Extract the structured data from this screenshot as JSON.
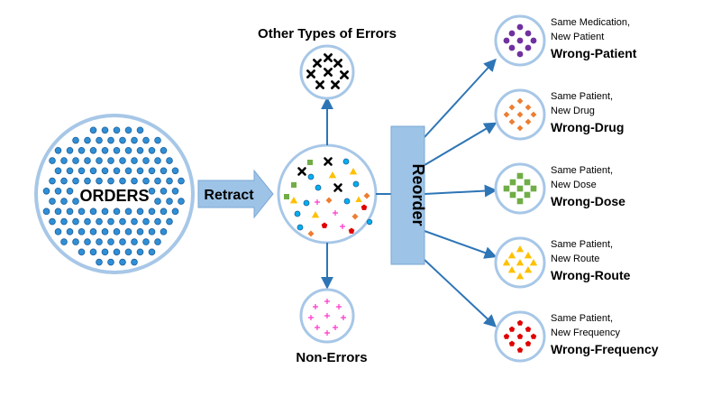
{
  "colors": {
    "circle_stroke": "#a7c7e7",
    "circle_fill": "#ffffff",
    "dot_blue": "#2f8fd6",
    "dot_blue_stroke": "#1f5f99",
    "arrow_blue": "#2e75b6",
    "box_fill": "#9dc3e6",
    "box_stroke": "#7aa7d6",
    "purple": "#7030a0",
    "orange": "#ed7d31",
    "green": "#70ad47",
    "yellow": "#ffc000",
    "red": "#e00000",
    "magenta": "#ff33cc",
    "black": "#000000",
    "cyan": "#00b0f0"
  },
  "orders": {
    "label": "ORDERS"
  },
  "retract": {
    "label": "Retract"
  },
  "reorder": {
    "label": "Reorder"
  },
  "other_errors": {
    "label": "Other Types of Errors"
  },
  "non_errors": {
    "label": "Non-Errors"
  },
  "outcomes": [
    {
      "line1": "Same Medication,",
      "line2": "New Patient",
      "title": "Wrong-Patient",
      "marker": "circle",
      "color": "purple"
    },
    {
      "line1": "Same Patient,",
      "line2": "New Drug",
      "title": "Wrong-Drug",
      "marker": "diamond",
      "color": "orange"
    },
    {
      "line1": "Same Patient,",
      "line2": "New Dose",
      "title": "Wrong-Dose",
      "marker": "square",
      "color": "green"
    },
    {
      "line1": "Same Patient,",
      "line2": "New Route",
      "title": "Wrong-Route",
      "marker": "triangle",
      "color": "yellow"
    },
    {
      "line1": "Same Patient,",
      "line2": "New Frequency",
      "title": "Wrong-Frequency",
      "marker": "pentagon",
      "color": "red"
    }
  ]
}
